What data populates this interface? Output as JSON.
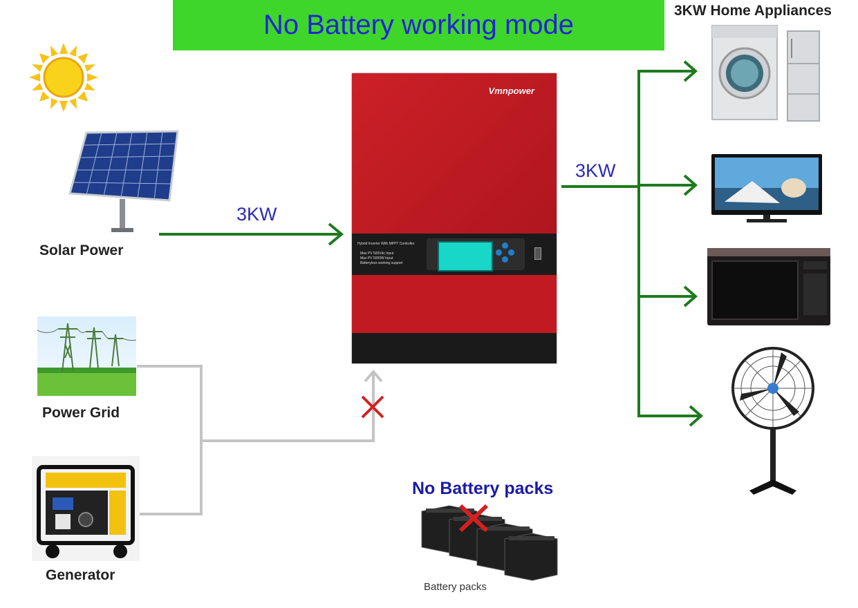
{
  "banner": {
    "title": "No Battery working mode"
  },
  "sources": {
    "solar_label": "Solar Power",
    "grid_label": "Power Grid",
    "generator_label": "Generator"
  },
  "flows": {
    "input_power": "3KW",
    "output_power": "3KW"
  },
  "inverter": {
    "brand": "Vmnpower",
    "model_text": "Hybrid Inverter With MPPT Controller",
    "features": [
      "Max PV 500Vdc Input",
      "Max PV 5000W Input",
      "Batteryless working support"
    ]
  },
  "loads": {
    "title": "3KW Home Appliances",
    "items": [
      "washing-machine",
      "refrigerator",
      "television",
      "microwave",
      "fan"
    ]
  },
  "battery": {
    "heading": "No Battery packs",
    "caption": "Battery packs"
  },
  "colors": {
    "banner": "#3fd62b",
    "flow_arrow": "#1e7a1e",
    "grid_line": "#c4c4c4",
    "cross": "#d42020",
    "inverter_body": "#c41c24"
  }
}
